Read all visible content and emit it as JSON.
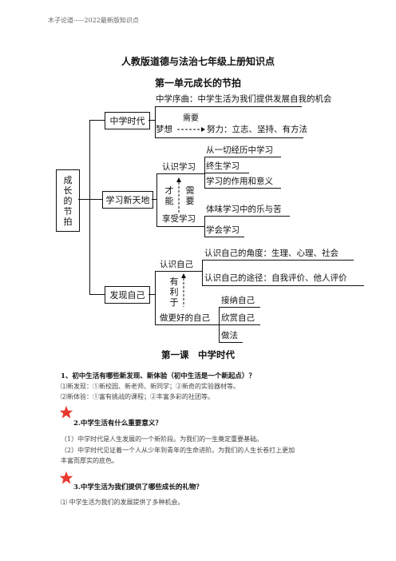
{
  "header": "木子论道-----2022最新版知识点",
  "title": "人教版道德与法治七年级上册知识点",
  "unit_title": "第一单元成长的节拍",
  "diagram": {
    "root": [
      "成",
      "长",
      "的",
      "节",
      "拍"
    ],
    "b1": {
      "label": "中学时代",
      "intro": "中学序曲：中学生活为我们提供发展自我的机会",
      "dream": "梦想",
      "need": "需要",
      "effort": "努力：立志、坚持、有方法"
    },
    "b2": {
      "label": "学习新天地",
      "know": "认识学习",
      "know_items": [
        "从一切经历中学习",
        "终生学习",
        "学习的作用和意义"
      ],
      "talent": [
        "才",
        "能"
      ],
      "need": [
        "需",
        "要"
      ],
      "enjoy": "享受学习",
      "enjoy_items": [
        "体味学习中的乐与苦",
        "学会学习"
      ]
    },
    "b3": {
      "label": "发现自己",
      "know_self": "认识自己",
      "know_items": [
        "认识自己的角度：生理、心理、社会",
        "认识自己的途径：自我评价、他人评价"
      ],
      "helpful": [
        "有",
        "利",
        "于"
      ],
      "better": "做更好的自己",
      "better_items": [
        "接纳自己",
        "欣赏自己",
        "做法"
      ]
    }
  },
  "lesson_title": "第一课　中学时代",
  "q1": {
    "title": "1、初中生活有哪些新发现、新体验（初中生活是一个新起点）？",
    "lines": [
      "⑴新发现：①新校园、新老师、新同学；②新奇的实验器材等。",
      "⑵新体验：①富有挑战的课程；②丰富多彩的社团等。"
    ]
  },
  "q2": {
    "title": "2.中学生活有什么重要意义？",
    "lines": [
      "（1）中学时代是人生发展的一个新阶段。为我们的一生奠定重要基础。",
      "（2）中学时代见证着一个人从少年到青年的生命进阶。为我们的人生长卷打上更加",
      "丰富而厚实的底色。"
    ]
  },
  "q3": {
    "title": "3.中学生活为我们提供了哪些成长的礼物？",
    "lines": [
      "⑴ 中学生活为我们的发展提供了多种机会。"
    ]
  },
  "colors": {
    "star": "#e8392f",
    "text": "#111111"
  }
}
